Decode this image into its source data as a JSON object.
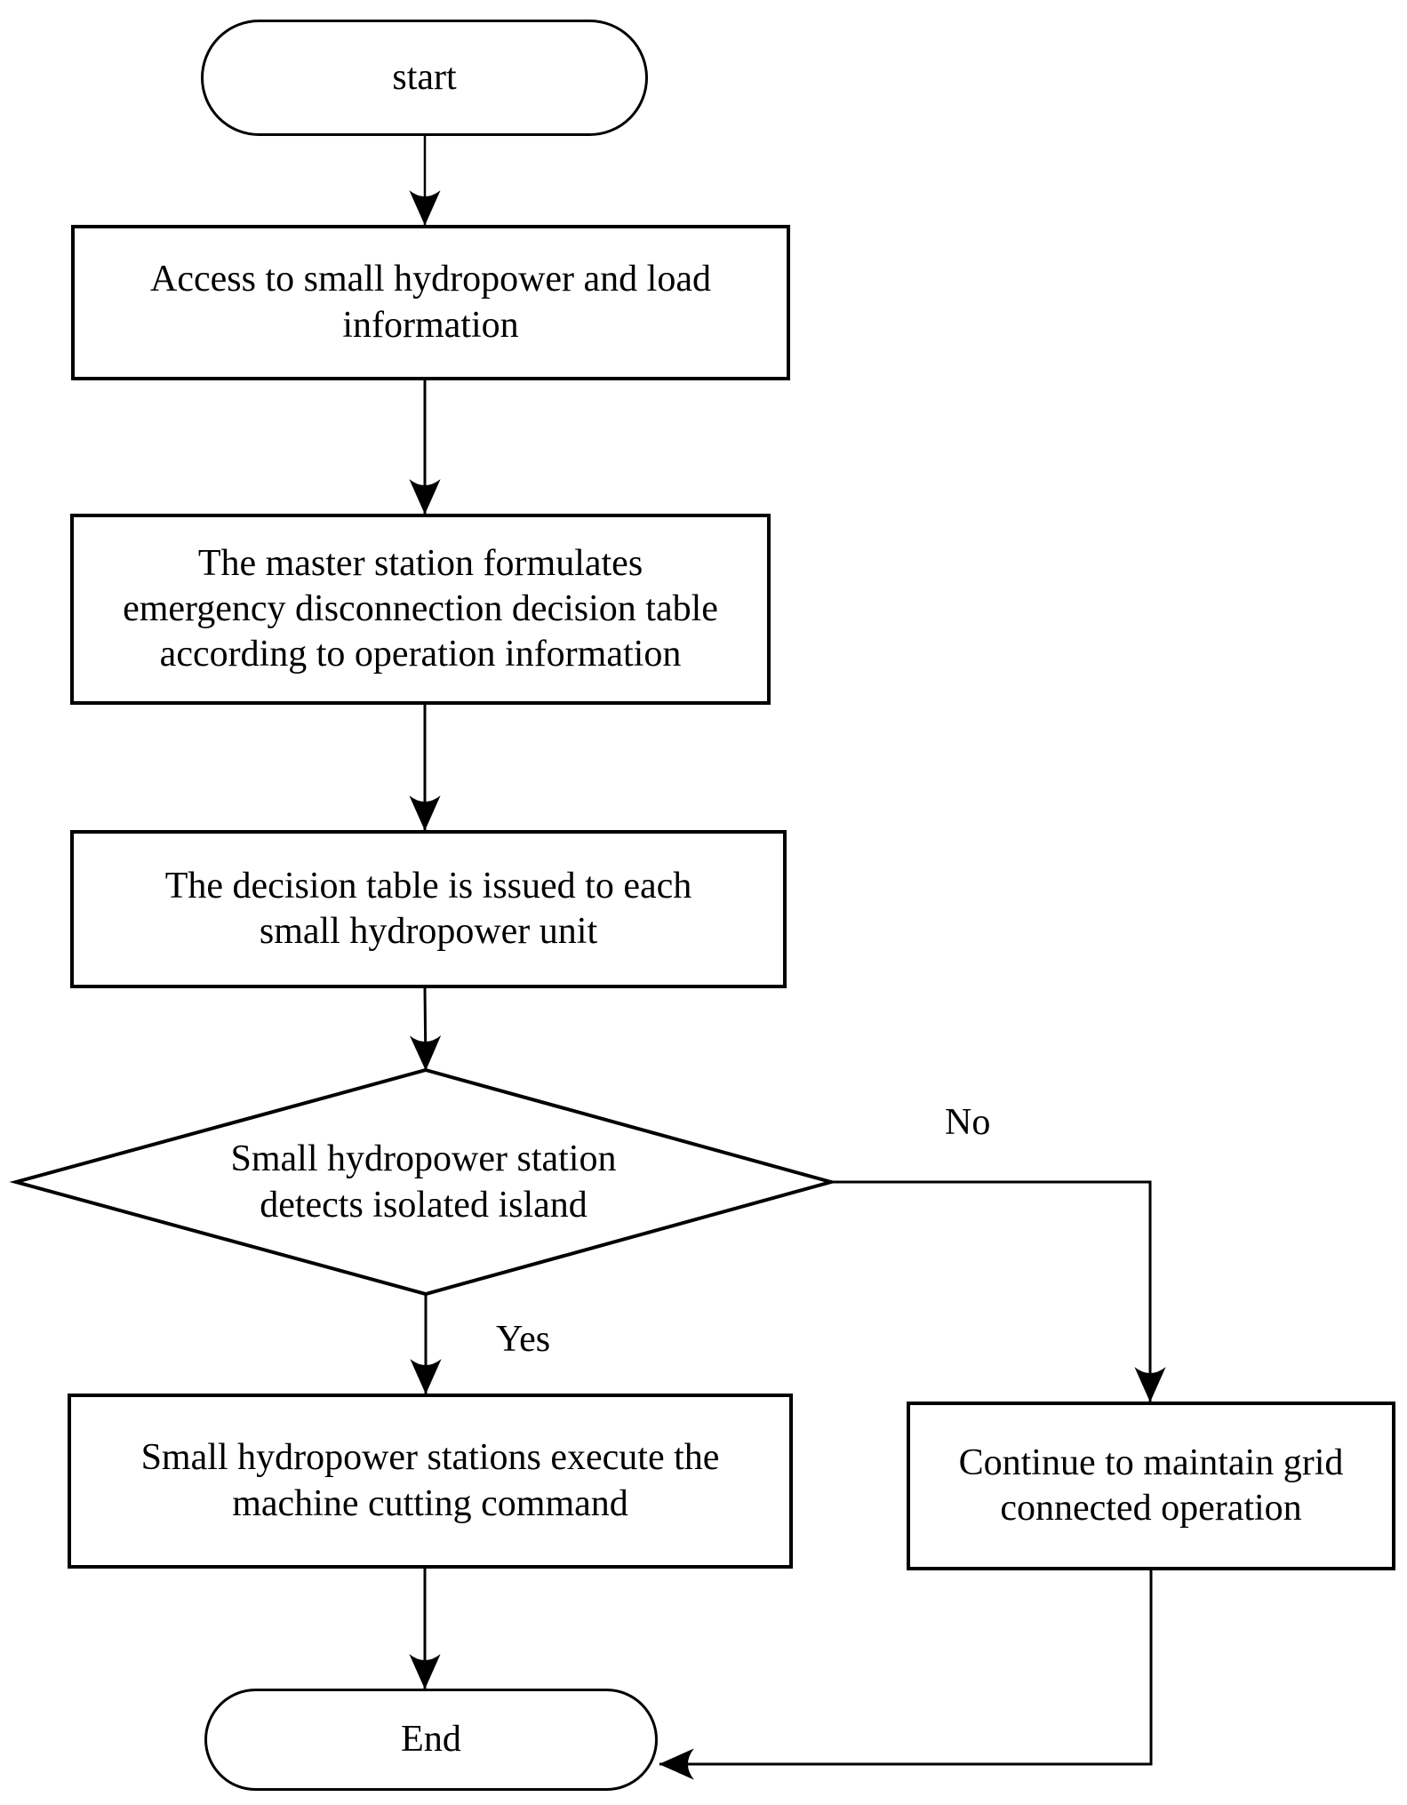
{
  "page": {
    "background_color": "#ffffff",
    "ink_color": "#000000"
  },
  "flowchart": {
    "nodes": {
      "start": {
        "type": "terminator",
        "label": "start"
      },
      "access_info": {
        "type": "process",
        "lines": [
          "Access to small hydropower and load",
          "information"
        ]
      },
      "master_station": {
        "type": "process",
        "lines": [
          "The master station formulates",
          "emergency disconnection decision table",
          "according to operation information"
        ]
      },
      "issue_table": {
        "type": "process",
        "lines": [
          "The decision table is issued to each",
          "small hydropower unit"
        ]
      },
      "detect_island": {
        "type": "decision",
        "lines": [
          "Small hydropower station",
          "detects isolated island"
        ]
      },
      "execute_cut": {
        "type": "process",
        "lines": [
          "Small hydropower stations execute the",
          "machine cutting command"
        ]
      },
      "maintain_grid": {
        "type": "process",
        "lines": [
          "Continue to maintain grid",
          "connected operation"
        ]
      },
      "end": {
        "type": "terminator",
        "label": "End"
      }
    },
    "edge_labels": {
      "yes": "Yes",
      "no": "No"
    }
  }
}
